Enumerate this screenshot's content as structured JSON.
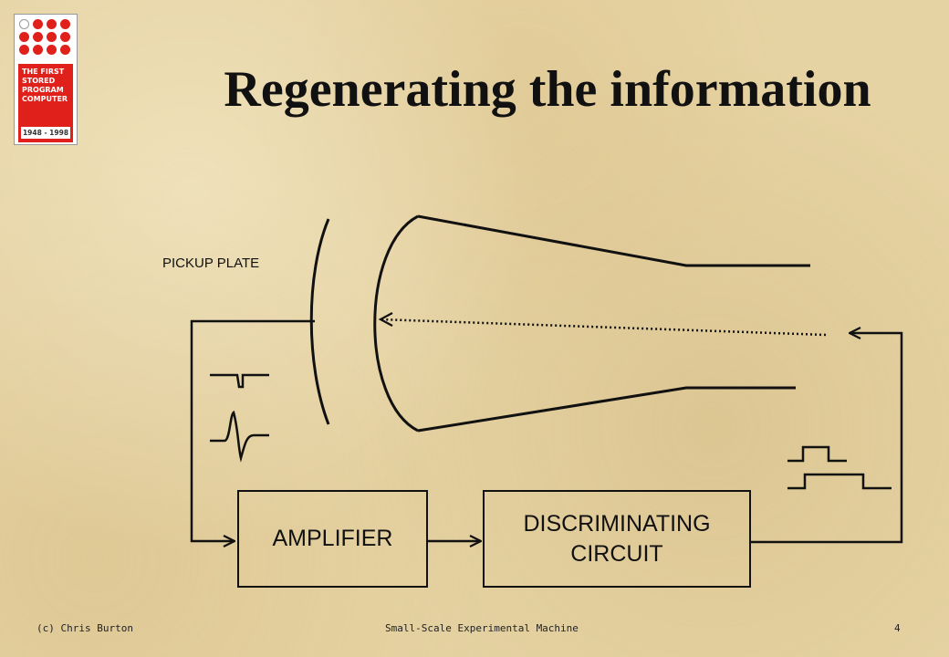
{
  "logo": {
    "lines": "THE FIRST\nSTORED\nPROGRAM\nCOMPUTER",
    "years": "1948 - 1998"
  },
  "title": "Regenerating the information",
  "diagram": {
    "pickup_label": "PICKUP PLATE",
    "amplifier_label": "AMPLIFIER",
    "discriminating_label": "DISCRIMINATING\nCIRCUIT"
  },
  "footer": {
    "left": "(c) Chris Burton",
    "center": "Small-Scale Experimental Machine",
    "page": "4"
  }
}
